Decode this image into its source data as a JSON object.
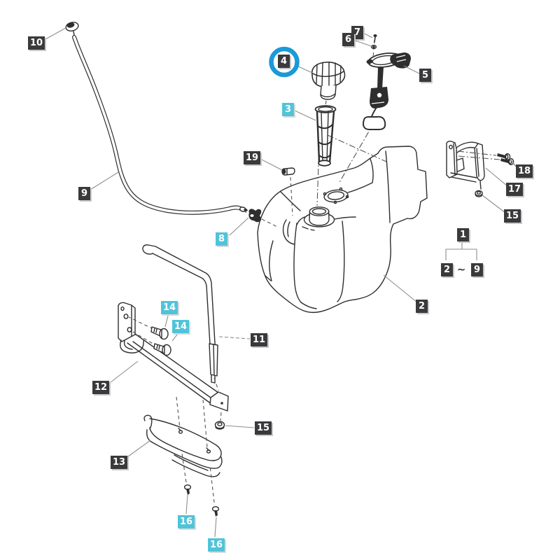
{
  "colors": {
    "background": "#ffffff",
    "line_art": "#2e2e2e",
    "leader_line": "#8e8e8e",
    "dash_line": "#555555",
    "label_dark_bg": "#3a3a3c",
    "label_cyan_bg": "#4fc4d9",
    "label_text": "#ffffff",
    "highlight_ring": "#1b9ad8"
  },
  "labels": [
    {
      "text": "10",
      "variant": "dark"
    },
    {
      "text": "4",
      "variant": "dark",
      "highlighted": true
    },
    {
      "text": "7",
      "variant": "dark"
    },
    {
      "text": "6",
      "variant": "dark"
    },
    {
      "text": "5",
      "variant": "dark"
    },
    {
      "text": "3",
      "variant": "cyan"
    },
    {
      "text": "19",
      "variant": "dark"
    },
    {
      "text": "18",
      "variant": "dark"
    },
    {
      "text": "17",
      "variant": "dark"
    },
    {
      "text": "15",
      "variant": "dark"
    },
    {
      "text": "9",
      "variant": "dark"
    },
    {
      "text": "8",
      "variant": "cyan"
    },
    {
      "text": "2",
      "variant": "dark"
    },
    {
      "text": "14",
      "variant": "cyan"
    },
    {
      "text": "14",
      "variant": "cyan"
    },
    {
      "text": "11",
      "variant": "dark"
    },
    {
      "text": "12",
      "variant": "dark"
    },
    {
      "text": "15",
      "variant": "dark"
    },
    {
      "text": "13",
      "variant": "dark"
    },
    {
      "text": "16",
      "variant": "cyan"
    },
    {
      "text": "16",
      "variant": "cyan"
    }
  ],
  "legend": {
    "parent": "1",
    "from": "2",
    "separator": "~",
    "to": "9"
  }
}
